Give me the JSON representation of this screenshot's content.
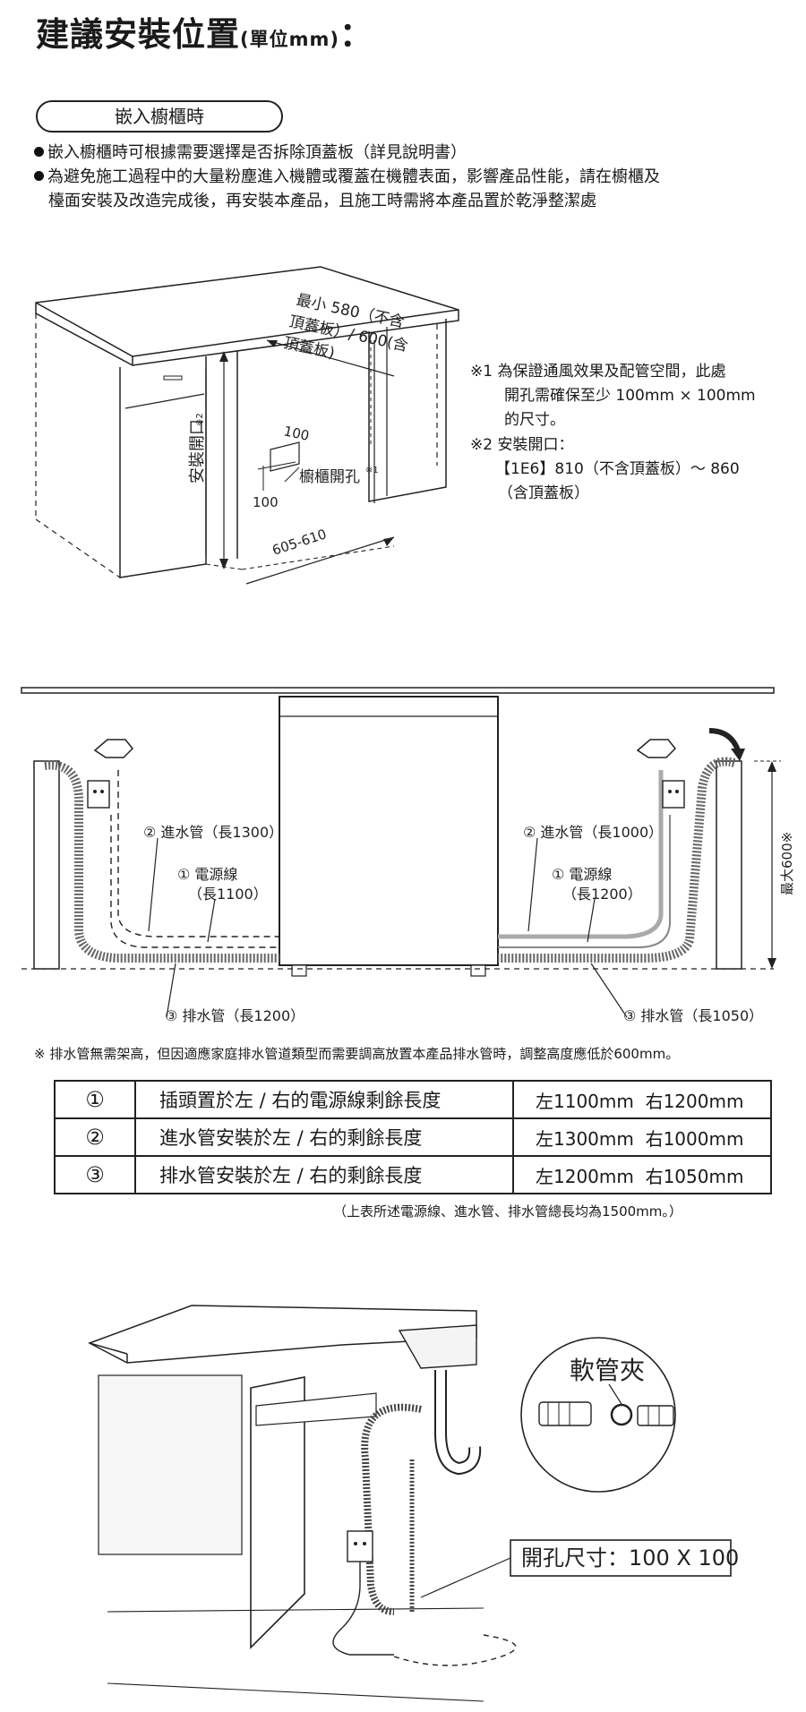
{
  "heading": {
    "main": "建議安裝位置",
    "unit": "(單位mm)",
    "colon": "："
  },
  "section_label": "嵌入櫥櫃時",
  "bullets": [
    "嵌入櫥櫃時可根據需要選擇是否拆除頂蓋板（詳見說明書）",
    "為避免施工過程中的大量粉塵進入機體或覆蓋在機體表面，影響產品性能，請在櫥櫃及",
    "檯面安裝及改造完成後，再安裝本產品，且施工時需將本產品置於乾淨整潔處"
  ],
  "diagram1": {
    "opening_label": "安裝開口",
    "opening_mark": "※2",
    "min_label_1": "最小 580（不含",
    "min_label_2": "頂蓋板）/ 600(含",
    "min_label_3": "頂蓋板)",
    "dim_100_a": "100",
    "dim_100_b": "100",
    "hole_label": "櫥櫃開孔",
    "hole_mark": "※1",
    "width_label": "605-610"
  },
  "notes": {
    "n1_line1": "※1 為保證通風效果及配管空間，此處",
    "n1_line2": "開孔需確保至少 100mm × 100mm",
    "n1_line3": "的尺寸。",
    "n2_line1": "※2 安裝開口：",
    "n2_line2": "【1E6】810（不含頂蓋板）～ 860",
    "n2_line3": "（含頂蓋板）"
  },
  "diagram2": {
    "left_inlet": "② 進水管（長1300）",
    "left_power_1": "① 電源線",
    "left_power_2": "（長1100）",
    "left_drain": "③ 排水管（長1200）",
    "right_inlet": "② 進水管（長1000）",
    "right_power_1": "① 電源線",
    "right_power_2": "（長1200）",
    "right_drain": "③ 排水管（長1050）",
    "max_height": "最大600※"
  },
  "drain_note": "※ 排水管無需架高，但因適應家庭排水管道類型而需要調高放置本產品排水管時，調整高度應低於600mm。",
  "table": {
    "rows": [
      {
        "num": "①",
        "desc": "插頭置於左 / 右的電源線剩餘長度",
        "val": "左1100mm  右1200mm"
      },
      {
        "num": "②",
        "desc": "進水管安裝於左 / 右的剩餘長度",
        "val": "左1300mm  右1000mm"
      },
      {
        "num": "③",
        "desc": "排水管安裝於左 / 右的剩餘長度",
        "val": "左1200mm  右1050mm"
      }
    ]
  },
  "table_note": "（上表所述電源線、進水管、排水管總長均為1500mm。）",
  "diagram3": {
    "clamp_label": "軟管夾",
    "hole_size_label": "開孔尺寸：100 X 100"
  }
}
